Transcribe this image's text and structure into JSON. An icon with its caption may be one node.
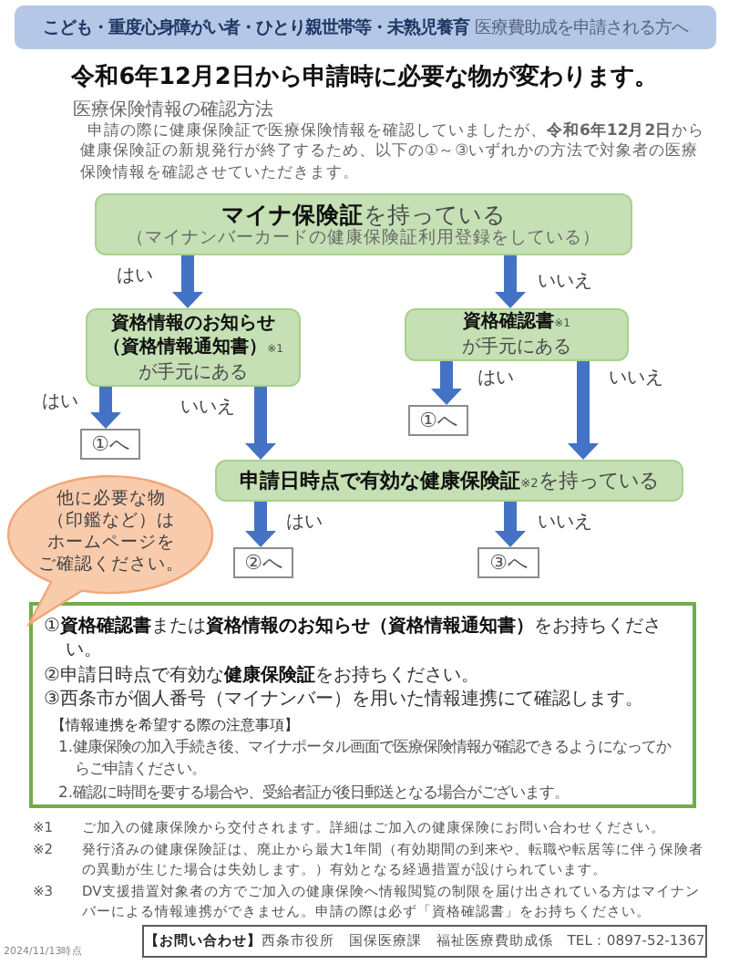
{
  "diagram": {
    "title": "令和6年12月2日から申請時に必要な物が変わります。",
    "nodes": [
      {
        "text": [
          "**こども・重度心身障がい者・ひとり親世帯等・未熟児養育** 医療費助成を申請される方へ"
        ]
      },
      {
        "text": [
          "**マイナ保険証**を持っている",
          "（マイナンバーカードの健康保険証利用登録をしている）"
        ]
      },
      {
        "text": [
          "**資格情報のお知らせ（資格情報通知書）**$_{※1}$が手元にある"
        ]
      },
      {
        "text": [
          "**資格確認書**$_{※1}$が手元にある"
        ]
      },
      {
        "text": [
          "①へ"
        ]
      },
      {
        "text": [
          "①へ"
        ]
      },
      {
        "text": [
          "**申請日時点で有効な健康保険証**$_{※2}$を持っている"
        ]
      },
      {
        "text": [
          "他に必要な物（印鑑など）はホームページをご確認ください。"
        ]
      },
      {
        "text": [
          "②へ"
        ]
      },
      {
        "text": [
          "③へ"
        ]
      },
      {
        "text": [
          "①**資格確認書**または**資格情報のお知らせ（資格情報通知書）**をお持ちください。",
          "②申請日時点で有効な**健康保険証**をお持ちください。",
          "③西条市が個人番号（マイナンバー）を用いた情報連携にて確認します。",
          "【情報連携を希望する際の注意事項】",
          "1.健康保険の加入手続き後、マイナポータル画面で医療保険情報が確認できるようになってからご申請ください。",
          "2.確認に時間を要する場合や、受給者証が後日郵送となる場合がございます。"
        ]
      },
      {
        "text": [
          "**【お問い合わせ】**西条市役所　国保医療課　福祉医療費助成係　TEL：0897-52-1367"
        ]
      }
    ],
    "edges": [
      {
        "from": 1,
        "to": 2,
        "arrow": "to",
        "label": "はい"
      },
      {
        "from": 1,
        "to": 3,
        "arrow": "to",
        "label": "いいえ"
      },
      {
        "from": 2,
        "to": 4,
        "arrow": "to",
        "label": "はい"
      },
      {
        "from": 2,
        "to": 6,
        "arrow": "to",
        "label": "いいえ"
      },
      {
        "from": 3,
        "to": 5,
        "arrow": "to",
        "label": "はい"
      },
      {
        "from": 3,
        "to": 6,
        "arrow": "to",
        "label": "いいえ"
      },
      {
        "from": 6,
        "to": 8,
        "arrow": "to",
        "label": "はい"
      },
      {
        "from": 6,
        "to": 9,
        "arrow": "to",
        "label": "いいえ"
      }
    ],
    "labels": [
      "医療保険情報の確認方法",
      "申請の際に健康保険証で医療保険情報を確認していましたが、**令和6年12月2日**から健康保険証の新規発行が終了するため、以下の①～③いずれかの方法で対象者の医療保険情報を確認させていただきます。",
      "※1",
      "ご加入の健康保険から交付されます。詳細はご加入の健康保険にお問い合わせください。",
      "※2",
      "発行済みの健康保険証は、廃止から最大1年間（有効期間の到来や、転職や転居等に伴う保険者の異動が生じた場合は失効します。）有効となる経過措置が設けられています。",
      "※3",
      "DV支援措置対象者の方でご加入の健康保険へ情報閲覧の制限を届け出されている方はマイナンバーによる情報連携ができません。申請の際は必ず「資格確認書」をお持ちください。",
      "2024/11/13時点"
    ]
  }
}
